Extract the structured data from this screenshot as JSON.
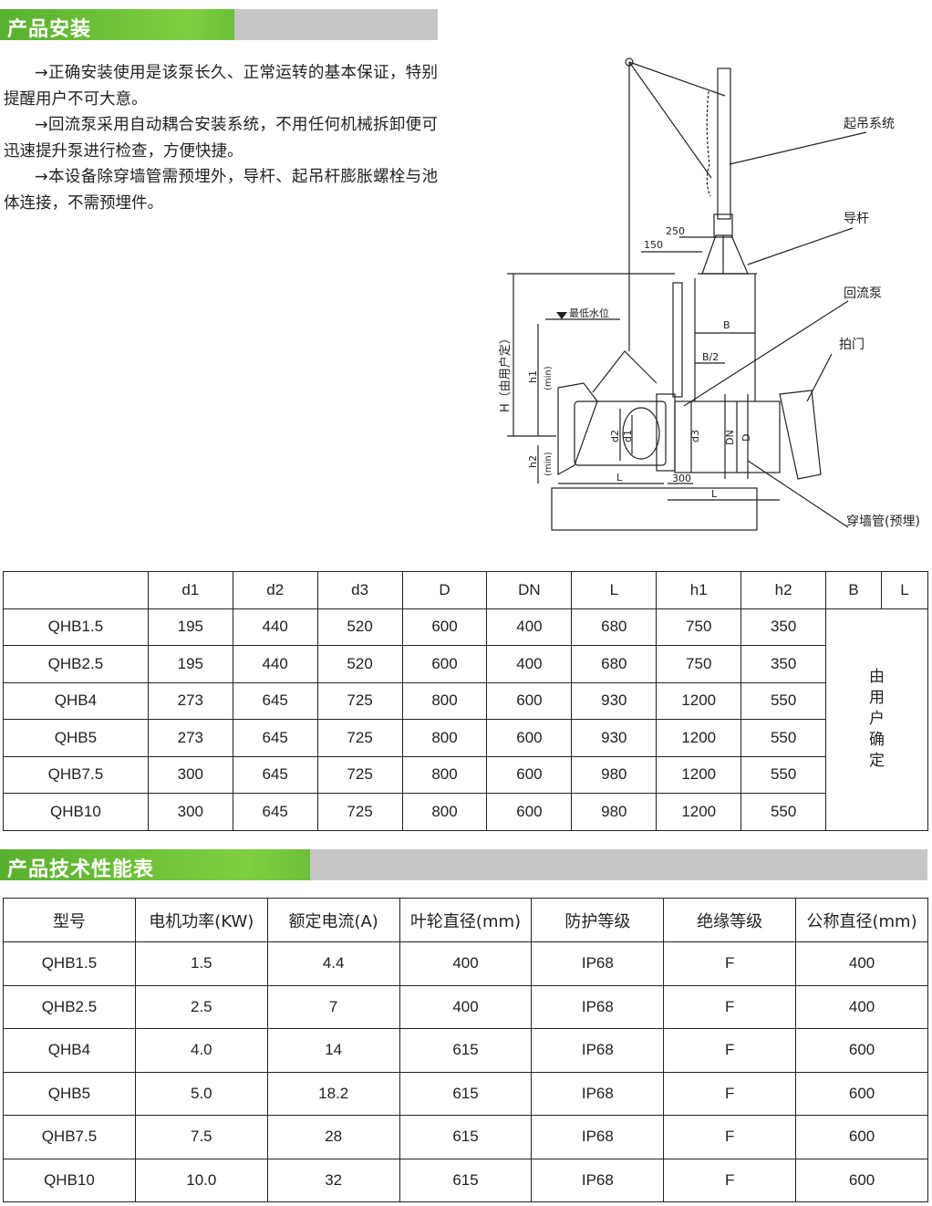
{
  "sections": {
    "install": "产品安装",
    "spec": "产品技术性能表"
  },
  "intro": [
    "→正确安装使用是该泵长久、正常运转的基本保证，特别提醒用户不可大意。",
    "→回流泵采用自动耦合安装系统，不用任何机械拆卸便可迅速提升泵进行检查，方便快捷。",
    "→本设备除穿墙管需预埋外，导杆、起吊杆膨胀螺栓与池体连接，不需预埋件。"
  ],
  "diagram": {
    "callouts": [
      "起吊系统",
      "导杆",
      "回流泵",
      "拍门",
      "穿墙管(预埋)"
    ],
    "water_level": "最低水位",
    "H_label": "H（由用户定）",
    "h1": "h1",
    "h1_min": "(min)",
    "h2": "h2",
    "h2_min": "(min)",
    "dims": {
      "d250": "250",
      "d150": "150",
      "B": "B",
      "B2": "B/2",
      "d1": "d1",
      "d2": "d2",
      "d3": "d3",
      "DN": "DN",
      "D": "D",
      "L1": "L",
      "L2": "L",
      "d300": "300"
    }
  },
  "dimension_table": {
    "headers": [
      "",
      "d1",
      "d2",
      "d3",
      "D",
      "DN",
      "L",
      "h1",
      "h2",
      "B",
      "L"
    ],
    "rows": [
      [
        "QHB1.5",
        "195",
        "440",
        "520",
        "600",
        "400",
        "680",
        "750",
        "350"
      ],
      [
        "QHB2.5",
        "195",
        "440",
        "520",
        "600",
        "400",
        "680",
        "750",
        "350"
      ],
      [
        "QHB4",
        "273",
        "645",
        "725",
        "800",
        "600",
        "930",
        "1200",
        "550"
      ],
      [
        "QHB5",
        "273",
        "645",
        "725",
        "800",
        "600",
        "930",
        "1200",
        "550"
      ],
      [
        "QHB7.5",
        "300",
        "645",
        "725",
        "800",
        "600",
        "980",
        "1200",
        "550"
      ],
      [
        "QHB10",
        "300",
        "645",
        "725",
        "800",
        "600",
        "980",
        "1200",
        "550"
      ]
    ],
    "merged_note": [
      "由",
      "用",
      "户",
      "确",
      "定"
    ]
  },
  "performance_table": {
    "headers": [
      "型号",
      "电机功率(KW)",
      "额定电流(A)",
      "叶轮直径(mm)",
      "防护等级",
      "绝缘等级",
      "公称直径(mm)"
    ],
    "rows": [
      [
        "QHB1.5",
        "1.5",
        "4.4",
        "400",
        "IP68",
        "F",
        "400"
      ],
      [
        "QHB2.5",
        "2.5",
        "7",
        "400",
        "IP68",
        "F",
        "400"
      ],
      [
        "QHB4",
        "4.0",
        "14",
        "615",
        "IP68",
        "F",
        "600"
      ],
      [
        "QHB5",
        "5.0",
        "18.2",
        "615",
        "IP68",
        "F",
        "600"
      ],
      [
        "QHB7.5",
        "7.5",
        "28",
        "615",
        "IP68",
        "F",
        "600"
      ],
      [
        "QHB10",
        "10.0",
        "32",
        "615",
        "IP68",
        "F",
        "600"
      ]
    ]
  }
}
